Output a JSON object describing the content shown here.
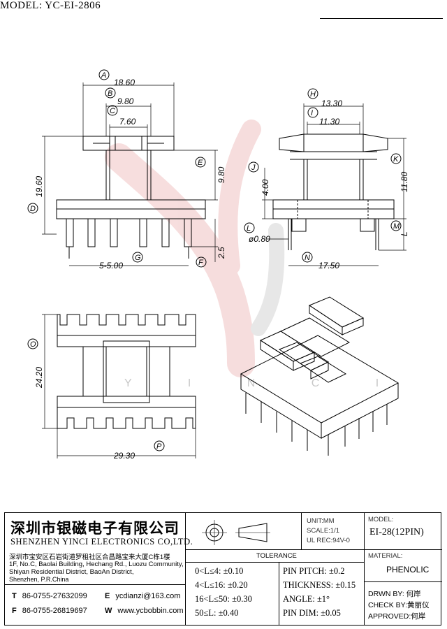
{
  "model_title": "MODEL: YC-EI-2806",
  "watermark": "Y I N C I",
  "top_view": {
    "dims": {
      "A": "18.60",
      "B": "9.80",
      "C": "7.60",
      "D": "19.60",
      "E": "9.80",
      "F": "2.5",
      "G": "5-5.00"
    },
    "letters": [
      "A",
      "B",
      "C",
      "D",
      "E",
      "F",
      "G"
    ]
  },
  "side_view": {
    "dims": {
      "H": "13.30",
      "I": "11.30",
      "J": "4.00",
      "K": "11.80",
      "L": "ø0.80",
      "M": "L",
      "N": "17.50"
    },
    "letters": [
      "H",
      "I",
      "J",
      "K",
      "L",
      "M",
      "N"
    ]
  },
  "bottom_view": {
    "dims": {
      "O": "24.20",
      "P": "29.30"
    },
    "letters": [
      "O",
      "P"
    ]
  },
  "title_block": {
    "company_cn": "深圳市银磁电子有限公司",
    "company_en": "SHENZHEN YINCI ELECTRONICS CO,LTD.",
    "address_cn": "深圳市宝安区石岩街道罗租社区合昌路宝来大厦C栋1楼",
    "address_en": [
      "1F, No.C, Baolai Building, Hechang Rd., Luozu Community,",
      "Shiyan Residential District, BaoAn District,",
      "Shenzhen, P.R.China"
    ],
    "tel_label": "T",
    "tel": "86-0755-27632099",
    "fax_label": "F",
    "fax": "86-0755-26819697",
    "email_label": "E",
    "email": "ycdianzi@163.com",
    "web_label": "W",
    "web": "www.ycbobbin.com",
    "unit": "UNIT:MM",
    "scale": "SCALE:1/1",
    "ul": "UL REC:94V-0",
    "tolerance_header": "TOLERANCE",
    "tol_left": [
      "0<L≤4: ±0.10",
      "4<L≤16: ±0.20",
      "16<L≤50: ±0.30",
      "50≤L: ±0.40"
    ],
    "tol_right": [
      "PIN PITCH: ±0.2",
      "THICKNESS: ±0.15",
      "ANGLE: ±1°",
      "PIN DIM: ±0.05"
    ],
    "model_label": "MODEL:",
    "model_value": "EI-28(12PIN)",
    "material_label": "MATERIAL:",
    "material_value": "PHENOLIC",
    "drwn_by": "DRWN BY: 何岸",
    "check_by": "CHECK BY:黄丽仪",
    "approved": "APPROVED:何岸"
  }
}
